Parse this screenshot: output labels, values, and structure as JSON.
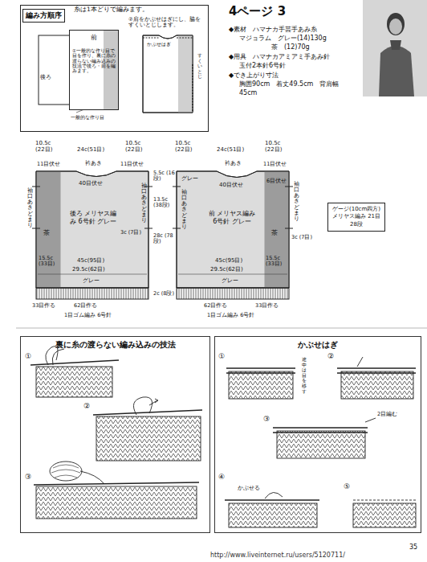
{
  "diagram": {
    "nodes": [
      {
        "text": [
          "編み方順序"
        ]
      },
      {
        "text": [
          "前"
        ],
        "in": 0
      },
      {
        "text": [
          "後ろ メリヤス編み 6号針 グレー"
        ]
      },
      {
        "text": [
          "前 メリヤス編み 6号針 グレー"
        ]
      },
      {
        "text": [
          "ゲージ(10cm四方) メリヤス編み 21目 28段"
        ]
      },
      {
        "text": [
          "裏に糸の渡らない編み込みの技法"
        ]
      },
      {
        "text": [
          "かぶせはぎ"
        ]
      }
    ],
    "labels": [
      "糸は1本どりで編みます。",
      "②肩をかぶせはぎにし、脇をすくいとじします。",
      "①一般的な作り目で目を作り、裏に糸の渡らない編み込みの技法で後ろ・前を編みます。",
      "後ろ",
      "一般的な作り目",
      "かぶせはぎ",
      "すくいとじ",
      "4ページ 3",
      "◆素材　ハマナカ手芸手あみ糸",
      "マジョラム　グレー(14)130g",
      "茶　(12)70g",
      "◆用具　ハマナカアミアミ手あみ針",
      "玉付2本針6号針",
      "◆でき上がり寸法",
      "胸囲90cm　着丈49.5cm　背肩幅",
      "45cm",
      "10.5c (22目)",
      "24c(51目)",
      "10.5c (22目)",
      "衿あき",
      "40目伏せ",
      "11目伏せ",
      "11目伏せ",
      "茶",
      "袖口あきどまり",
      "3c (7目)",
      "袖口あきどまり",
      "5.5c (16段)",
      "13.5c (38段)",
      "28c (78段)",
      "2c (8段)",
      "45c(95目)",
      "29.5c(62目)",
      "グレー",
      "15.5c (33目)",
      "33目作る",
      "62目作る",
      "1目ゴム編み 6号針",
      "10.5c (22目)",
      "24c(51目)",
      "10.5c (22目)",
      "衿あき",
      "40目伏せ",
      "11目伏せ",
      "6目伏せ",
      "グレー",
      "袖口あきどまり",
      "茶",
      "3c (7目)",
      "袖口あきどまり",
      "45c(95目)",
      "29.5c(62目)",
      "グレー",
      "15.5c (33目)",
      "62目作る",
      "33目作る",
      "1目ゴム編み 6号針",
      "①",
      "②",
      "③",
      "①",
      "途中は目を移す",
      "②",
      "③",
      "2目編む",
      "④",
      "かぶせる",
      "⑤",
      "35",
      "http://www.liveinternet.ru/users/5120711/"
    ]
  }
}
